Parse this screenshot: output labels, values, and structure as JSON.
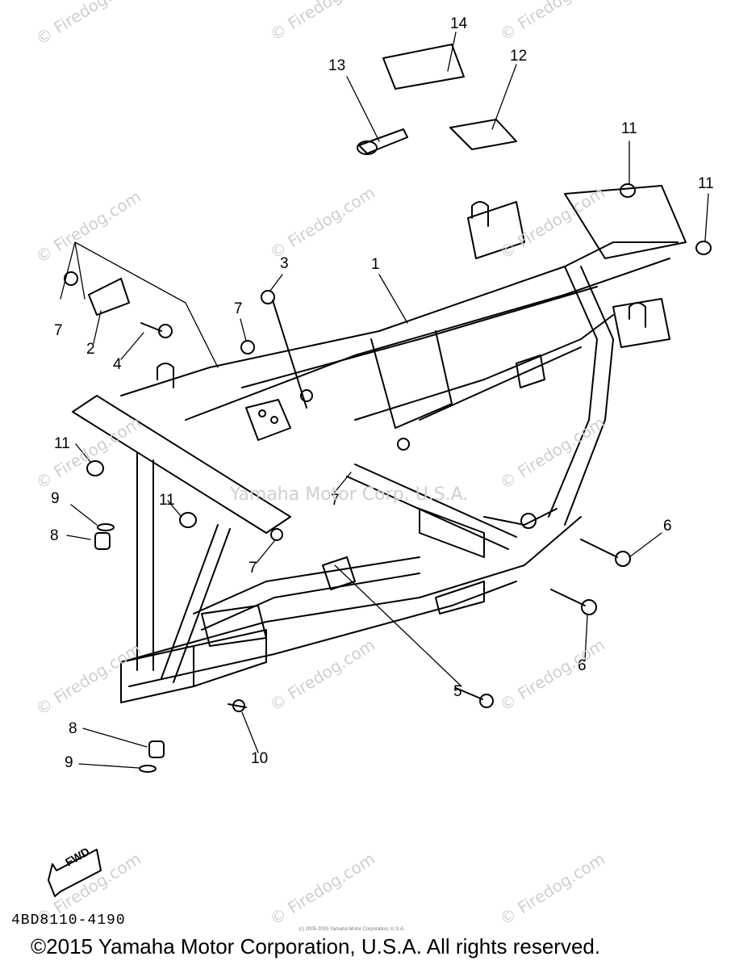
{
  "diagram": {
    "part_code": "4BD8110-4190",
    "copyright": "©2015 Yamaha Motor Corporation, U.S.A. All rights reserved.",
    "fine_print": "(c) 2005-2015 Yamaha Motor Corporation, U.S.A.",
    "fwd_label": "FWD",
    "watermark": "© Firedog.com",
    "watermark_center": "Yamaha Motor Corp, U.S.A.",
    "callouts": [
      "14",
      "13",
      "12",
      "11",
      "11",
      "3",
      "1",
      "7",
      "2",
      "4",
      "7",
      "11",
      "9",
      "11",
      "8",
      "7",
      "7",
      "6",
      "6",
      "5",
      "8",
      "9",
      "10"
    ]
  }
}
